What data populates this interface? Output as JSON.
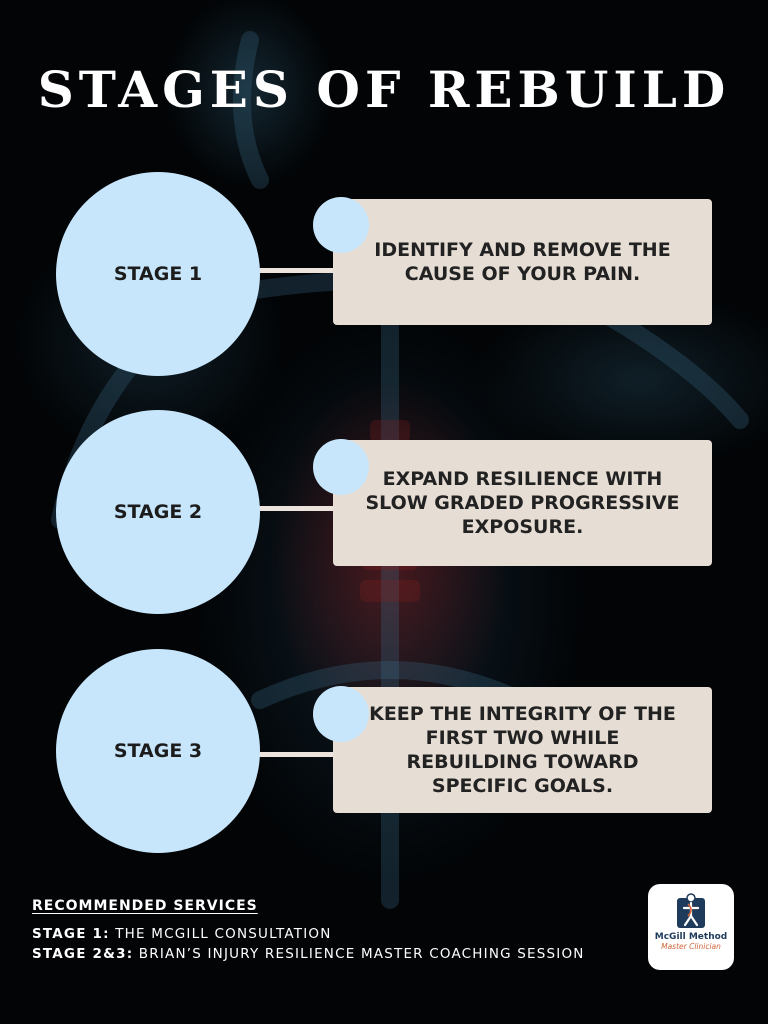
{
  "title": "STAGES OF REBUILD",
  "stages": [
    {
      "label": "STAGE 1",
      "text": "IDENTIFY AND REMOVE THE CAUSE OF YOUR PAIN."
    },
    {
      "label": "STAGE 2",
      "text": "EXPAND RESILIENCE WITH SLOW GRADED PROGRESSIVE EXPOSURE."
    },
    {
      "label": "STAGE 3",
      "text": "KEEP THE INTEGRITY OF THE FIRST TWO WHILE REBUILDING TOWARD SPECIFIC GOALS."
    }
  ],
  "services": {
    "heading": "RECOMMENDED SERVICES",
    "items": [
      {
        "stage": "STAGE 1:",
        "name": "THE MCGILL CONSULTATION"
      },
      {
        "stage": "STAGE 2&3:",
        "name": "BRIAN’S INJURY RESILIENCE MASTER COACHING SESSION"
      }
    ]
  },
  "logo": {
    "name": "McGill Method",
    "subtitle": "Master Clinician"
  },
  "colors": {
    "circle": "#c7e6fb",
    "card": "#e6ddd5",
    "background": "#000000",
    "logo_accent": "#d0663a"
  }
}
